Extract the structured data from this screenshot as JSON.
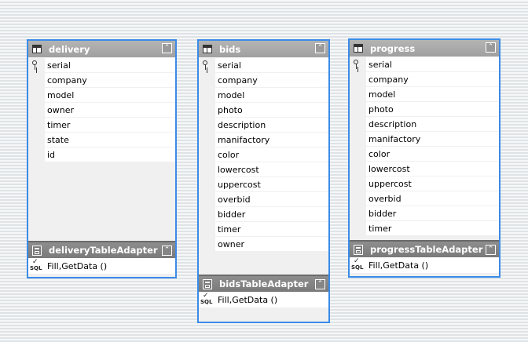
{
  "tables": [
    {
      "name": "delivery",
      "columns": [
        "serial",
        "company",
        "model",
        "owner",
        "timer",
        "state",
        "id"
      ],
      "key_column": "serial",
      "adapter": {
        "name": "deliveryTableAdapter",
        "methods": "Fill,GetData ()"
      }
    },
    {
      "name": "bids",
      "columns": [
        "serial",
        "company",
        "model",
        "photo",
        "description",
        "manifactory",
        "color",
        "lowercost",
        "uppercost",
        "overbid",
        "bidder",
        "timer",
        "owner"
      ],
      "key_column": "serial",
      "adapter": {
        "name": "bidsTableAdapter",
        "methods": "Fill,GetData ()"
      }
    },
    {
      "name": "progress",
      "columns": [
        "serial",
        "company",
        "model",
        "photo",
        "description",
        "manifactory",
        "color",
        "lowercost",
        "uppercost",
        "overbid",
        "bidder",
        "timer"
      ],
      "key_column": "serial",
      "adapter": {
        "name": "progressTableAdapter",
        "methods": "Fill,GetData ()"
      }
    }
  ],
  "icons": {
    "table": "datatable-icon",
    "key": "primary-key-icon",
    "adapter": "table-adapter-icon",
    "sql": "sql-query-icon",
    "collapse": "collapse-chevron-icon"
  },
  "colors": {
    "selection_border": "#3a8be8",
    "header_bg": "#a8a8a8",
    "adapter_header_bg": "#808080"
  },
  "sql_label": "SQL"
}
